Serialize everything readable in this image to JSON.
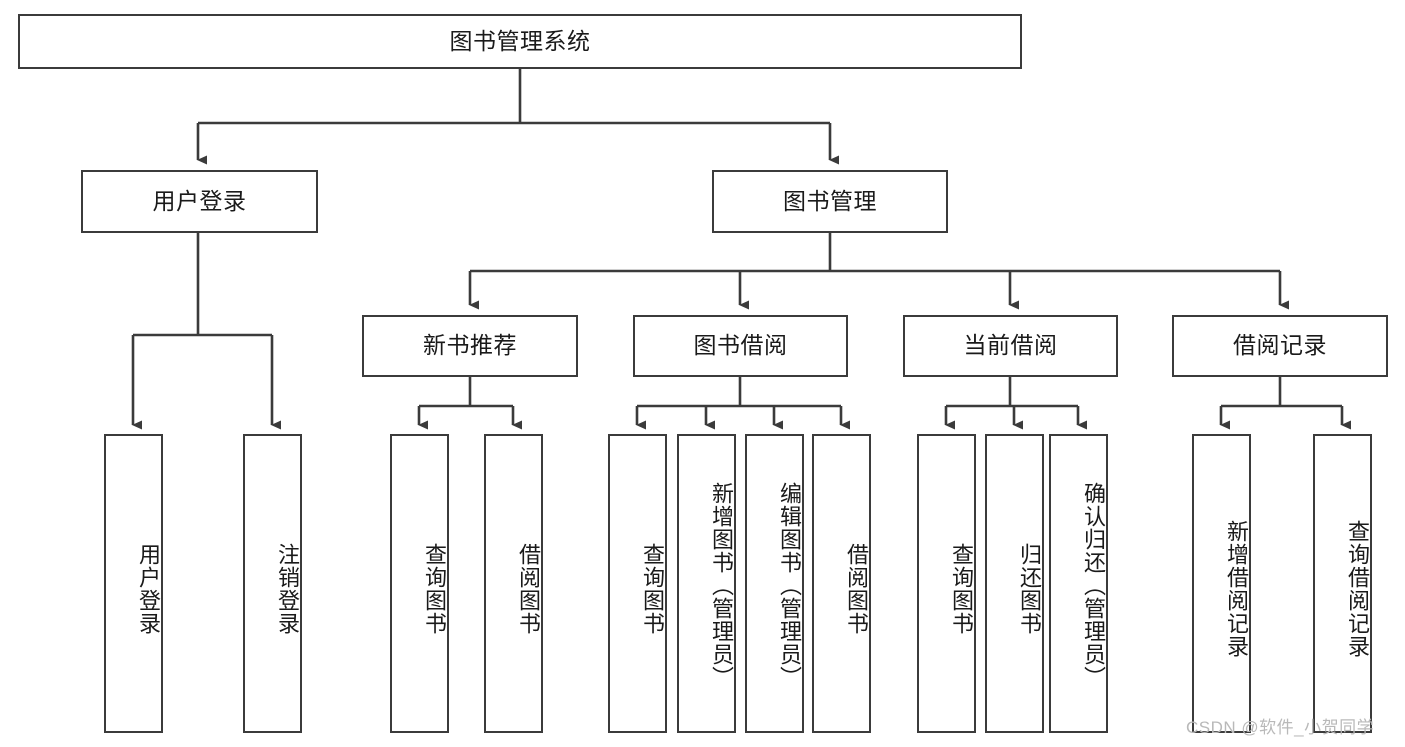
{
  "diagram": {
    "type": "tree",
    "title": "图书管理系统",
    "orientation": "top-down",
    "stroke_color": "#3b3b3b",
    "fill_color": "#ffffff",
    "text_color": "#1a1a1a",
    "levels": 4
  },
  "root": {
    "label": "图书管理系统"
  },
  "level2": {
    "user_login": {
      "label": "用户登录"
    },
    "book_manage": {
      "label": "图书管理"
    }
  },
  "level3": {
    "new_book_rec": {
      "label": "新书推荐"
    },
    "book_borrow": {
      "label": "图书借阅"
    },
    "current_borrow": {
      "label": "当前借阅"
    },
    "borrow_record": {
      "label": "借阅记录"
    }
  },
  "leaves": {
    "user_login": [
      {
        "label": "用户登录"
      },
      {
        "label": "注销登录"
      }
    ],
    "new_book_rec": [
      {
        "label": "查询图书"
      },
      {
        "label": "借阅图书"
      }
    ],
    "book_borrow": [
      {
        "label": "查询图书"
      },
      {
        "label": "新增图书（管理员）"
      },
      {
        "label": "编辑图书（管理员）"
      },
      {
        "label": "借阅图书"
      }
    ],
    "current_borrow": [
      {
        "label": "查询图书"
      },
      {
        "label": "归还图书"
      },
      {
        "label": "确认归还（管理员）"
      }
    ],
    "borrow_record": [
      {
        "label": "新增借阅记录"
      },
      {
        "label": "查询借阅记录"
      }
    ]
  },
  "watermark": {
    "text": "CSDN @软件_小贺同学"
  }
}
